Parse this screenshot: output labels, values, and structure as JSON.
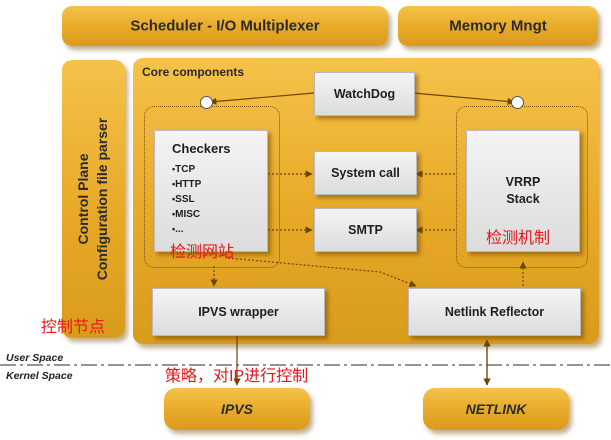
{
  "scheduler": {
    "label": "Scheduler - I/O Multiplexer"
  },
  "memory": {
    "label": "Memory Mngt"
  },
  "control_plane": {
    "line1": "Control Plane",
    "line2": "Configuration file parser"
  },
  "core": {
    "title": "Core components",
    "watchdog": "WatchDog",
    "checkers": {
      "title": "Checkers",
      "items": [
        "TCP",
        "HTTP",
        "SSL",
        "MISC",
        "..."
      ]
    },
    "system_call": "System call",
    "smtp": "SMTP",
    "vrrp": {
      "line1": "VRRP",
      "line2": "Stack"
    },
    "ipvs_wrapper": "IPVS wrapper",
    "netlink_reflector": "Netlink Reflector"
  },
  "spaces": {
    "user": "User Space",
    "kernel": "Kernel Space"
  },
  "bottom": {
    "ipvs": "IPVS",
    "netlink": "NETLINK"
  },
  "annotations": {
    "checkers_cn": "检测网站",
    "vrrp_cn": "检测机制",
    "control_cn": "控制节点",
    "ipvs_cn": "策略，对IP进行控制"
  },
  "colors": {
    "panel": "#e8a928",
    "box": "#dcdcdc",
    "annotation": "#e8161c"
  }
}
